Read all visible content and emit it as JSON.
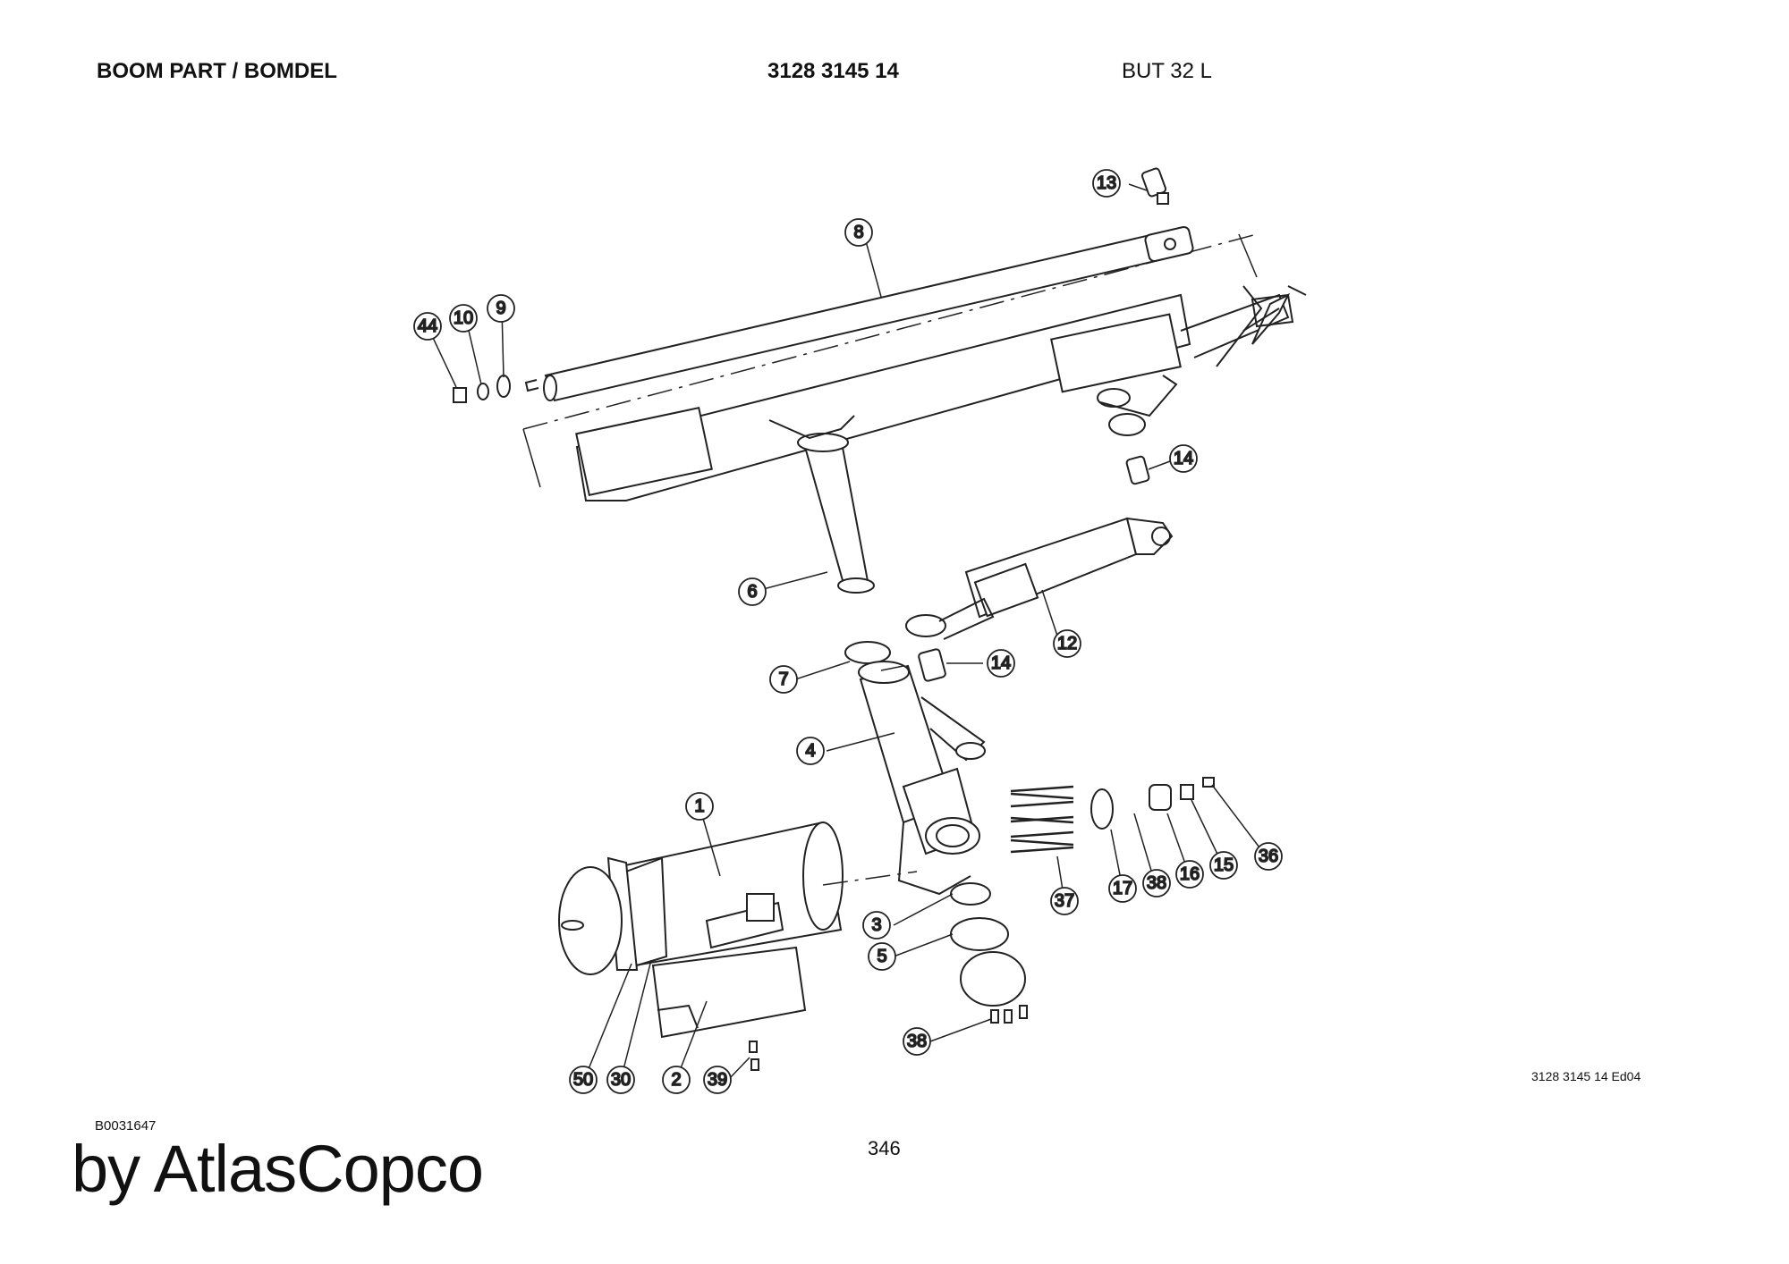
{
  "header": {
    "title": "BOOM PART / BOMDEL",
    "part_number": "3128 3145 14",
    "model": "BUT 32 L"
  },
  "footer": {
    "document_id": "3128 3145 14 Ed04",
    "drawing_number": "B0031647",
    "page_number": "346",
    "brand": "by AtlasCopco"
  },
  "callouts": [
    "13",
    "8",
    "44",
    "10",
    "9",
    "14",
    "6",
    "12",
    "7",
    "14",
    "4",
    "1",
    "37",
    "17",
    "38",
    "16",
    "15",
    "36",
    "3",
    "5",
    "38",
    "50",
    "30",
    "2",
    "39"
  ]
}
